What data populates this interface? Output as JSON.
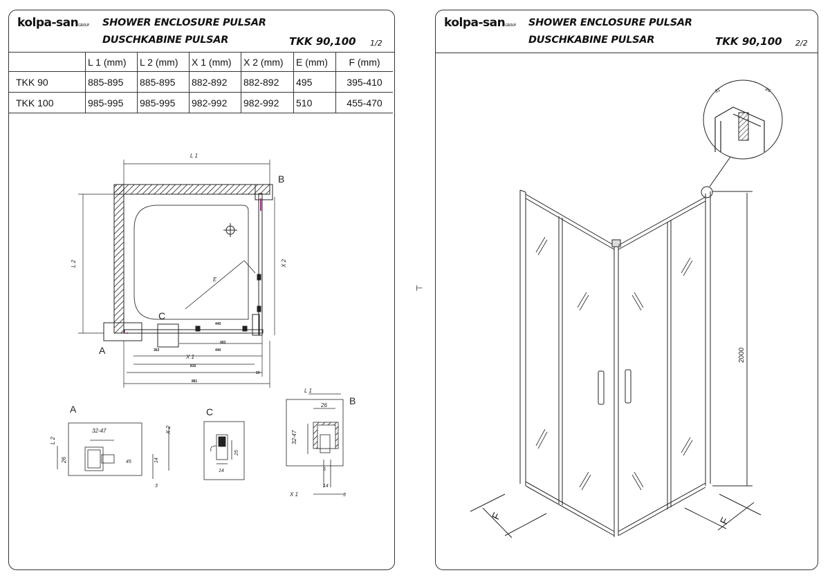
{
  "brand": {
    "logo_text": "kolpa-san",
    "logo_small": "GROUP"
  },
  "title": {
    "line1": "SHOWER ENCLOSURE PULSAR",
    "line2": "DUSCHKABINE  PULSAR",
    "model": "TKK 90,100"
  },
  "pages": {
    "sheet1": "1/2",
    "sheet2": "2/2"
  },
  "spec_table": {
    "headers": [
      "",
      "L 1  (mm)",
      "L 2  (mm)",
      "X 1  (mm)",
      "X 2  (mm)",
      "E (mm)",
      "F (mm)"
    ],
    "rows": [
      [
        "TKK 90",
        "885-895",
        "885-895",
        "882-892",
        "882-892",
        "495",
        "395-410"
      ],
      [
        "TKK 100",
        "985-995",
        "985-995",
        "982-992",
        "982-992",
        "510",
        "455-470"
      ]
    ]
  },
  "plan_view": {
    "labels": {
      "L1": "L 1",
      "L2": "L 2",
      "X1": "X 1",
      "X2": "X 2",
      "E": "E",
      "A": "A",
      "B": "B",
      "C": "C"
    },
    "dims": {
      "d440": "440",
      "d493": "493",
      "d363": "363",
      "d440b": "440",
      "d816": "816",
      "d29": "29",
      "d881": "881"
    }
  },
  "detail_A": {
    "label": "A",
    "L2": "L 2",
    "X2": "X 2",
    "d3247": "32-47",
    "d26": "26",
    "d45": "45",
    "d14": "14",
    "d3": "3"
  },
  "detail_C": {
    "label": "C",
    "d25": "25",
    "d14": "14"
  },
  "detail_B": {
    "label": "B",
    "L1": "L 1",
    "X1": "X 1",
    "d26": "26",
    "d3247": "32-47",
    "d6": "6",
    "d14": "14",
    "d3": "3"
  },
  "elevation": {
    "height": "2000",
    "F_left": "F",
    "F_right": "F",
    "profile_31": "31",
    "profile_26": "26"
  }
}
